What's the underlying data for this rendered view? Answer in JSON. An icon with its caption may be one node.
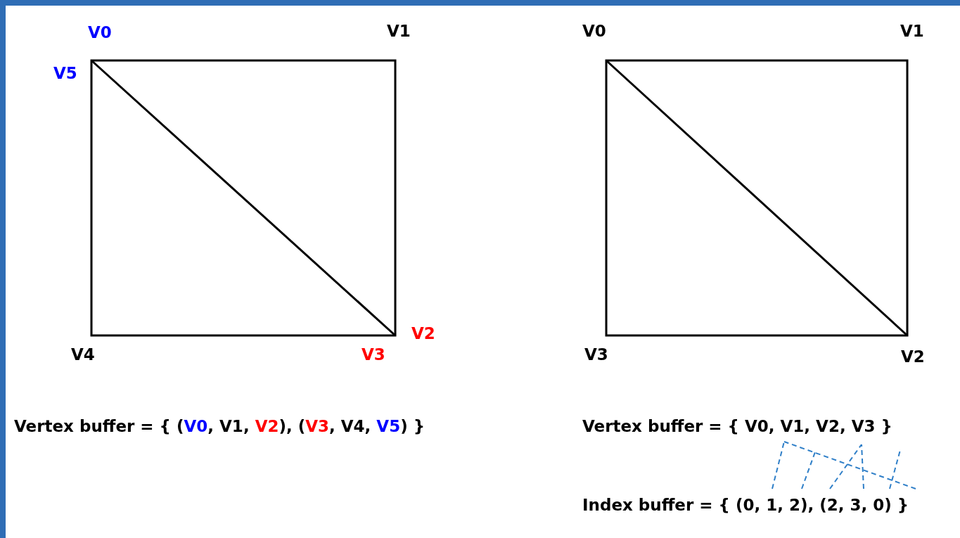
{
  "diagram": {
    "labels": [
      "V0",
      "V1",
      "V0",
      "V1",
      "V5",
      "V2",
      "V4",
      "V3",
      "V3",
      "V2",
      "Vertex buffer = { (V0, V1, V2), (V3, V4, V5) }",
      "Vertex buffer = { V0, V1, V2, V3 }",
      "Index buffer = { (0, 1, 2), (2, 3, 0) }"
    ]
  }
}
